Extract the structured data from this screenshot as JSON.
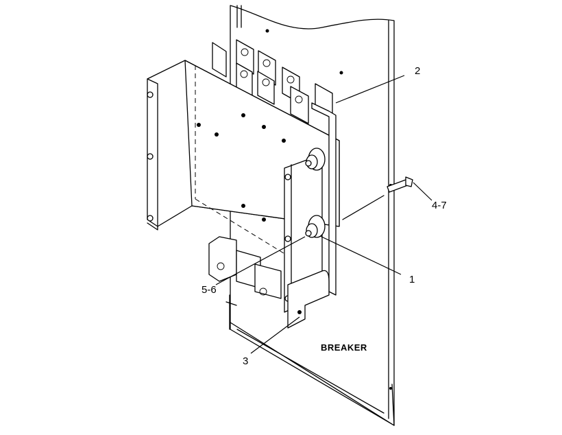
{
  "callouts": {
    "c1": "1",
    "c2": "2",
    "c3": "3",
    "c47": "4-7",
    "c56": "5-6"
  },
  "labels": {
    "breaker": "BREAKER"
  }
}
